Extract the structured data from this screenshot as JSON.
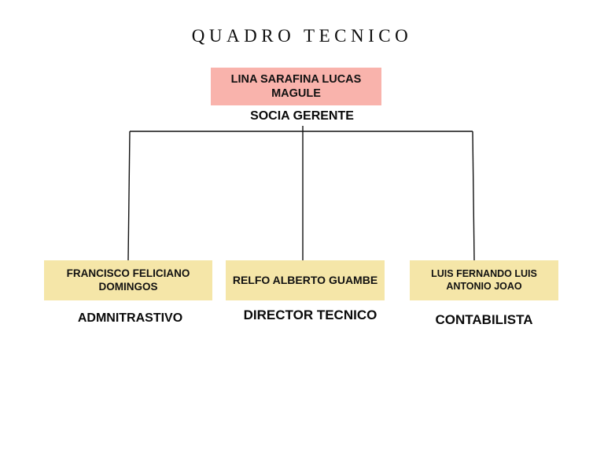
{
  "title": "QUADRO TECNICO",
  "chart_data": {
    "type": "diagram",
    "diagram_kind": "organizational-chart",
    "title": "QUADRO TECNICO",
    "colors": {
      "root_box": "#f9b3ac",
      "child_box": "#f5e6a8",
      "connector": "#111111",
      "text": "#111111",
      "background": "#ffffff"
    },
    "nodes": [
      {
        "id": "root",
        "name": "LINA SARAFINA LUCAS MAGULE",
        "role": "SOCIA GERENTE",
        "level": 0,
        "fill": "#f9b3ac"
      },
      {
        "id": "admin",
        "name": "FRANCISCO FELICIANO DOMINGOS",
        "role": "ADMNITRASTIVO",
        "level": 1,
        "parent": "root",
        "fill": "#f5e6a8"
      },
      {
        "id": "director",
        "name": "RELFO ALBERTO GUAMBE",
        "role": "DIRECTOR TECNICO",
        "level": 1,
        "parent": "root",
        "fill": "#f5e6a8"
      },
      {
        "id": "accountant",
        "name": "LUIS FERNANDO LUIS ANTONIO JOAO",
        "role": "CONTABILISTA",
        "level": 1,
        "parent": "root",
        "fill": "#f5e6a8"
      }
    ],
    "edges": [
      {
        "from": "root",
        "to": "admin"
      },
      {
        "from": "root",
        "to": "director"
      },
      {
        "from": "root",
        "to": "accountant"
      }
    ],
    "legend": null,
    "annotations": []
  },
  "nodes": {
    "root": {
      "name": "LINA SARAFINA LUCAS MAGULE",
      "role": "SOCIA GERENTE"
    },
    "admin": {
      "name": "FRANCISCO FELICIANO DOMINGOS",
      "role": "ADMNITRASTIVO"
    },
    "director": {
      "name": "RELFO ALBERTO GUAMBE",
      "role": "DIRECTOR TECNICO"
    },
    "accountant": {
      "name": "LUIS FERNANDO LUIS ANTONIO JOAO",
      "role": "CONTABILISTA"
    }
  }
}
